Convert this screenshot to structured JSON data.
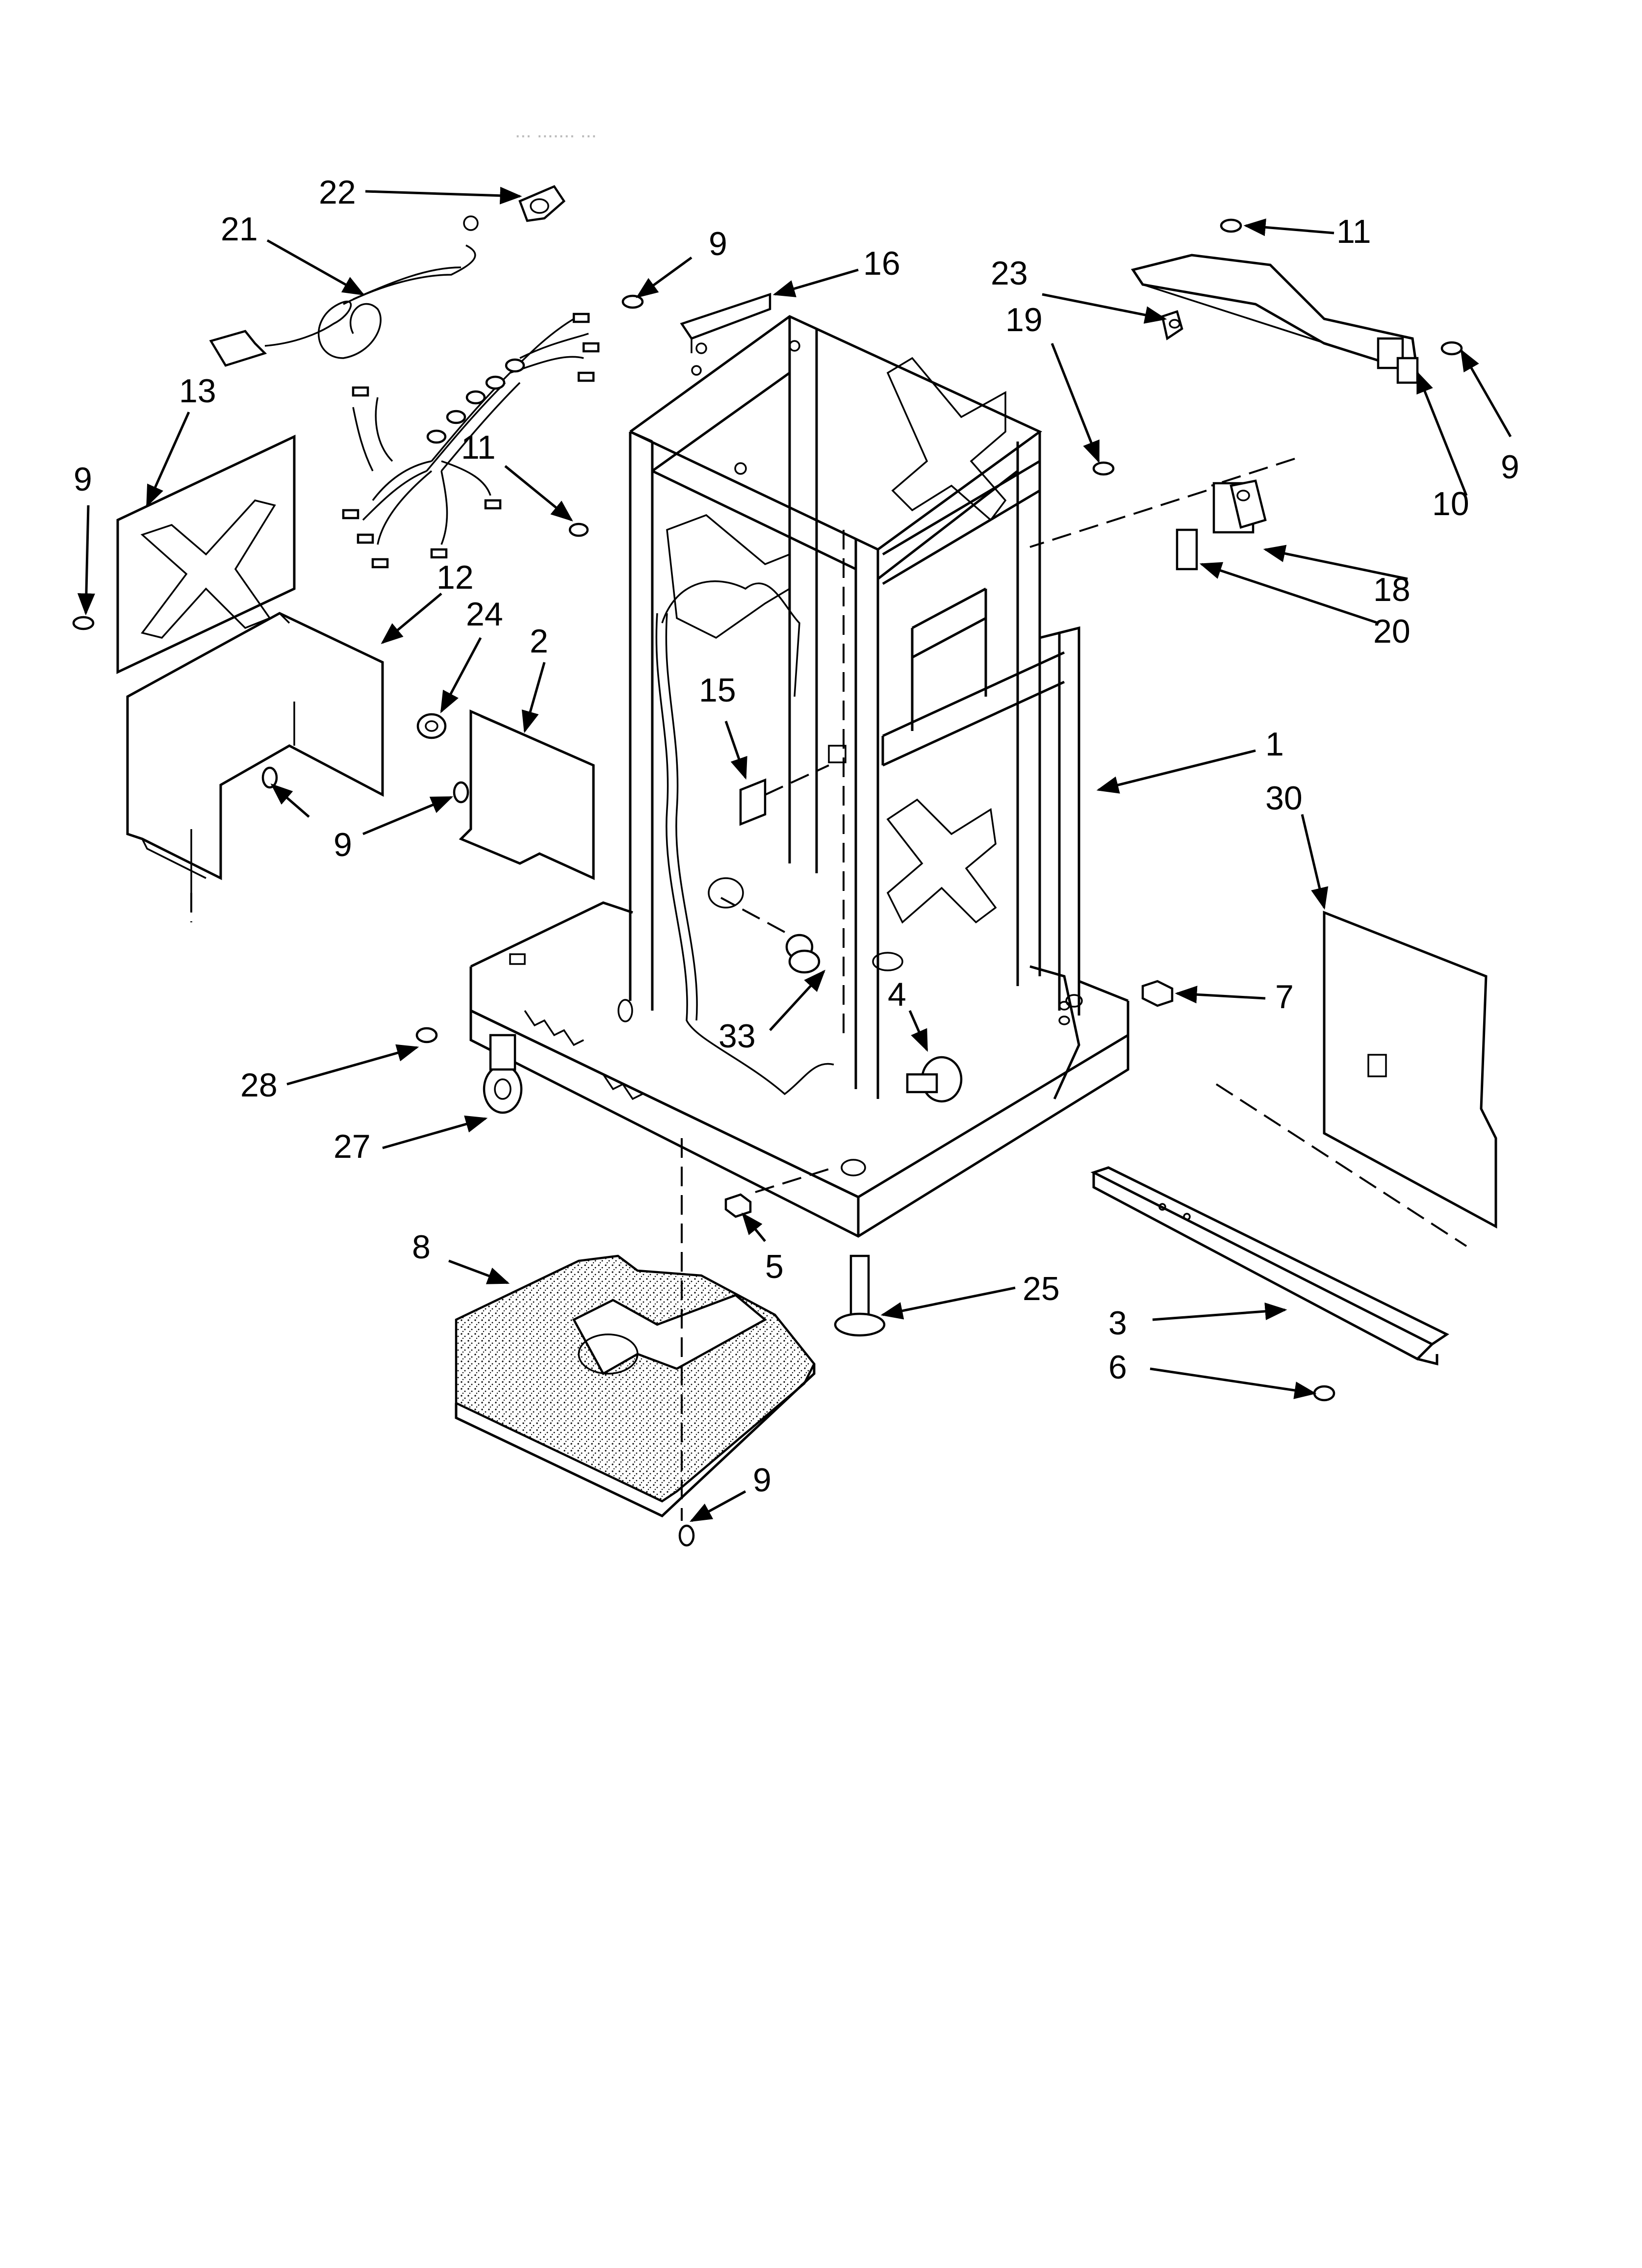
{
  "header_text": "... ....... ...",
  "callouts": [
    {
      "id": "22",
      "name": "callout-22"
    },
    {
      "id": "21",
      "name": "callout-21"
    },
    {
      "id": "9",
      "name": "callout-9-top"
    },
    {
      "id": "16",
      "name": "callout-16"
    },
    {
      "id": "23",
      "name": "callout-23"
    },
    {
      "id": "19",
      "name": "callout-19"
    },
    {
      "id": "11",
      "name": "callout-11-top"
    },
    {
      "id": "13",
      "name": "callout-13"
    },
    {
      "id": "9",
      "name": "callout-9-left"
    },
    {
      "id": "11",
      "name": "callout-11-mid"
    },
    {
      "id": "12",
      "name": "callout-12"
    },
    {
      "id": "24",
      "name": "callout-24"
    },
    {
      "id": "2",
      "name": "callout-2"
    },
    {
      "id": "9",
      "name": "callout-9-right"
    },
    {
      "id": "10",
      "name": "callout-10"
    },
    {
      "id": "18",
      "name": "callout-18"
    },
    {
      "id": "20",
      "name": "callout-20"
    },
    {
      "id": "15",
      "name": "callout-15"
    },
    {
      "id": "1",
      "name": "callout-1"
    },
    {
      "id": "30",
      "name": "callout-30"
    },
    {
      "id": "9",
      "name": "callout-9-mid"
    },
    {
      "id": "7",
      "name": "callout-7"
    },
    {
      "id": "4",
      "name": "callout-4"
    },
    {
      "id": "33",
      "name": "callout-33"
    },
    {
      "id": "28",
      "name": "callout-28"
    },
    {
      "id": "27",
      "name": "callout-27"
    },
    {
      "id": "5",
      "name": "callout-5"
    },
    {
      "id": "8",
      "name": "callout-8"
    },
    {
      "id": "25",
      "name": "callout-25"
    },
    {
      "id": "3",
      "name": "callout-3"
    },
    {
      "id": "6",
      "name": "callout-6"
    },
    {
      "id": "9",
      "name": "callout-9-bottom"
    }
  ]
}
